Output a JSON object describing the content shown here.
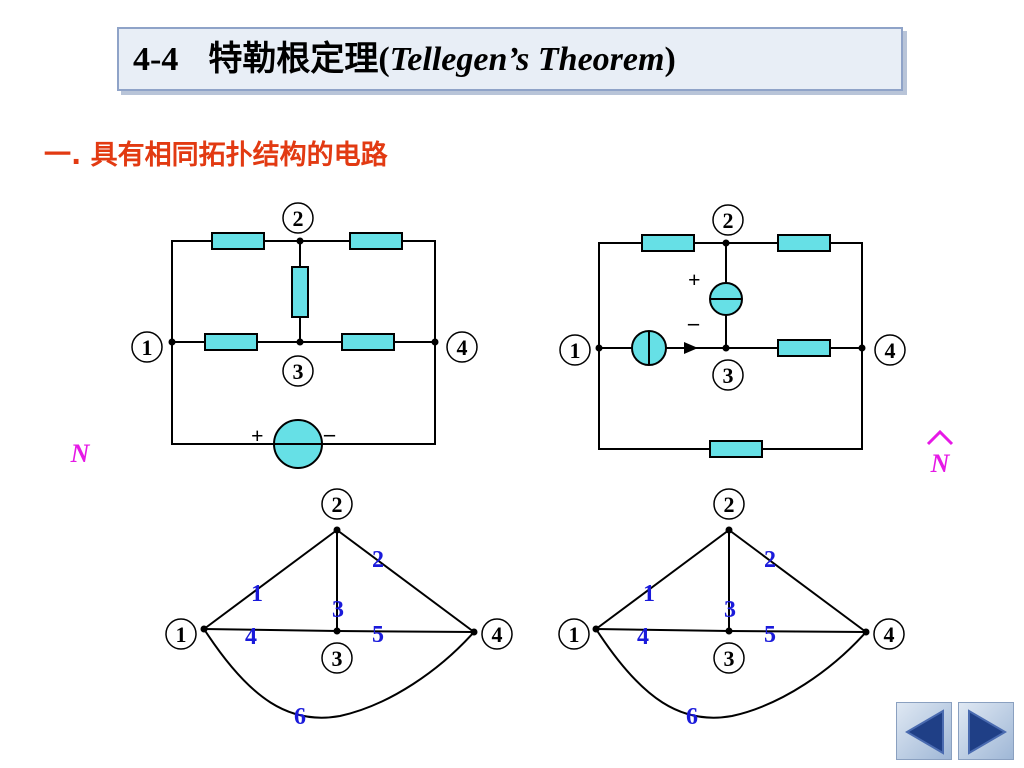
{
  "title": {
    "number": "4-4",
    "chinese": "特勒根定理",
    "open_paren": "(",
    "english": "Tellegen’s  Theorem",
    "close_paren": ")"
  },
  "section_heading": "一. 具有相同拓扑结构的电路",
  "network_labels": {
    "left": "N",
    "right": "N"
  },
  "node_labels": {
    "n1": "1",
    "n2": "2",
    "n3": "3",
    "n4": "4"
  },
  "branch_labels": [
    "1",
    "2",
    "3",
    "4",
    "5",
    "6"
  ],
  "source_polarity": {
    "plus": "+",
    "minus": "–"
  },
  "colors": {
    "component_fill": "#66e0e6",
    "branch_label": "#1a1adb",
    "network_label": "#e619e6",
    "heading": "#e23a12"
  },
  "icons": {
    "nav_prev": "triangle-left-icon",
    "nav_next": "triangle-right-icon",
    "hat": "caret-hat-icon"
  }
}
